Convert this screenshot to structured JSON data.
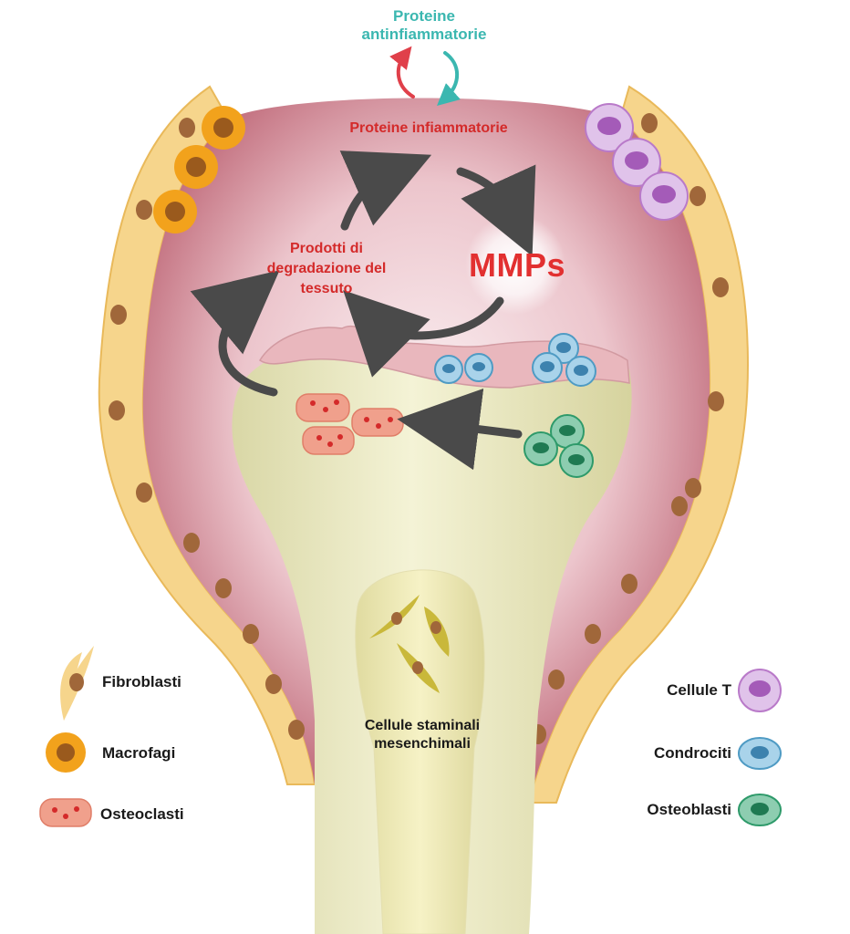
{
  "labels": {
    "antiinflammatory_line1": "Proteine",
    "antiinflammatory_line2": "antinfiammatorie",
    "inflammatory": "Proteine infiammatorie",
    "degradation_line1": "Prodotti di",
    "degradation_line2": "degradazione del",
    "degradation_line3": "tessuto",
    "mmps": "MMPs",
    "stem_line1": "Cellule staminali",
    "stem_line2": "mesenchimali"
  },
  "legend_left": [
    {
      "label": "Fibroblasti",
      "icon": "fibroblast-icon"
    },
    {
      "label": "Macrofagi",
      "icon": "macrophage-icon"
    },
    {
      "label": "Osteoclasti",
      "icon": "osteoclast-icon"
    }
  ],
  "legend_right": [
    {
      "label": "Cellule T",
      "icon": "t-cell-icon"
    },
    {
      "label": "Condrociti",
      "icon": "chondrocyte-icon"
    },
    {
      "label": "Osteoblasti",
      "icon": "osteoblast-icon"
    }
  ],
  "colors": {
    "accent_red": "#d42a2a",
    "accent_teal": "#3bb7b0",
    "synovium": "#f6d58c",
    "bone": "#ecebc4",
    "cartilage": "#e9b7bd",
    "macrophage": "#f2a21c",
    "t_cell": "#b97ac9",
    "chondrocyte": "#4f9bc4",
    "osteoblast": "#2e9a6a",
    "osteoclast": "#f0a08c"
  }
}
